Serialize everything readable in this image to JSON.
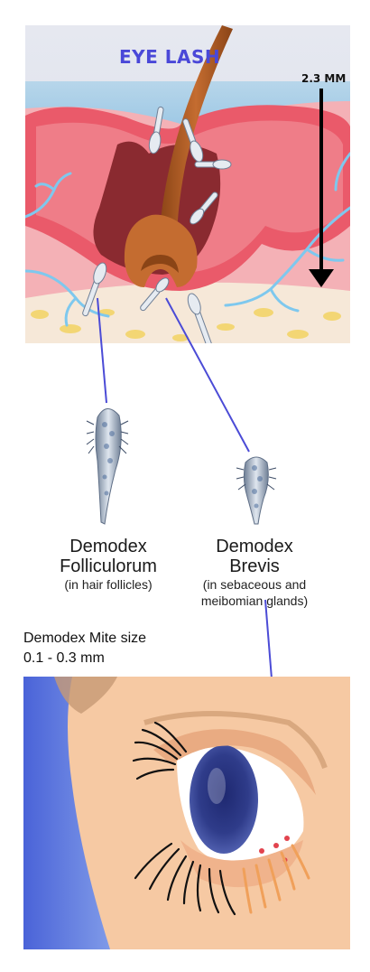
{
  "top_panel": {
    "title": "EYE LASH",
    "scale_label": "2.3 MM"
  },
  "mites": {
    "folliculorum": {
      "name_line1": "Demodex",
      "name_line2": "Folliculorum",
      "note": "(in hair follicles)"
    },
    "brevis": {
      "name_line1": "Demodex",
      "name_line2": "Brevis",
      "note_line1": "(in sebaceous and",
      "note_line2": "meibomian glands)"
    }
  },
  "size_note": {
    "line1": "Demodex Mite size",
    "line2": "0.1 - 0.3 mm"
  },
  "colors": {
    "accent": "#4a48d8",
    "connector": "#4b4bd6",
    "skin": "#f6c9a3",
    "iris": "#2f3c8a",
    "tissue_red": "#ea5a6a",
    "follicle_dark": "#8a2a30",
    "hair": "#b8622a"
  }
}
